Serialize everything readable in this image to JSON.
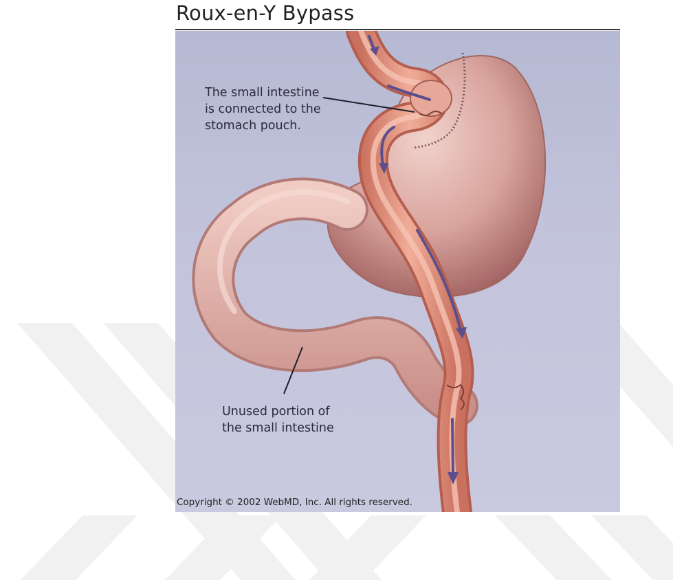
{
  "title": "Roux-en-Y Bypass",
  "labels": {
    "connection": "The small intestine\nis connected to the\nstomach pouch.",
    "unused": "Unused portion of\nthe small intestine"
  },
  "copyright": "Copyright © 2002 WebMD, Inc. All rights reserved.",
  "colors": {
    "background": "#c3c4dc",
    "intestine": "#e09a86",
    "stomach": "#d49a93",
    "arrows": "#5a4f8c",
    "watermark": "#f1f1f1"
  }
}
